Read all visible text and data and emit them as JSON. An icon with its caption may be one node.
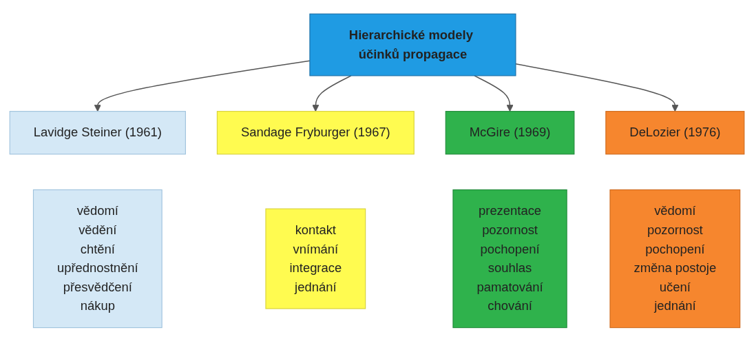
{
  "diagram": {
    "nodes": [
      {
        "text": [
          "Hierarchické modely účinků propagace"
        ]
      },
      {
        "text": [
          "Lavidge Steiner (1961)"
        ]
      },
      {
        "text": [
          "Sandage Fryburger (1967)"
        ]
      },
      {
        "text": [
          "McGire (1969)"
        ]
      },
      {
        "text": [
          "DeLozier (1976)"
        ]
      },
      {
        "text": [
          "vědomí",
          "vědění",
          "chtění",
          "upřednostnění",
          "přesvědčení",
          "nákup"
        ]
      },
      {
        "text": [
          "kontakt",
          "vnímání",
          "integrace",
          "jednání"
        ]
      },
      {
        "text": [
          "prezentace",
          "pozornost",
          "pochopení",
          "souhlas",
          "pamatování",
          "chování"
        ]
      },
      {
        "text": [
          "vědomí",
          "pozornost",
          "pochopení",
          "změna postoje",
          "učení",
          "jednání"
        ]
      }
    ],
    "edges": [
      {
        "from": 0,
        "to": 1,
        "arrow": "to"
      },
      {
        "from": 0,
        "to": 2,
        "arrow": "to"
      },
      {
        "from": 0,
        "to": 3,
        "arrow": "to"
      },
      {
        "from": 0,
        "to": 4,
        "arrow": "to"
      }
    ]
  }
}
